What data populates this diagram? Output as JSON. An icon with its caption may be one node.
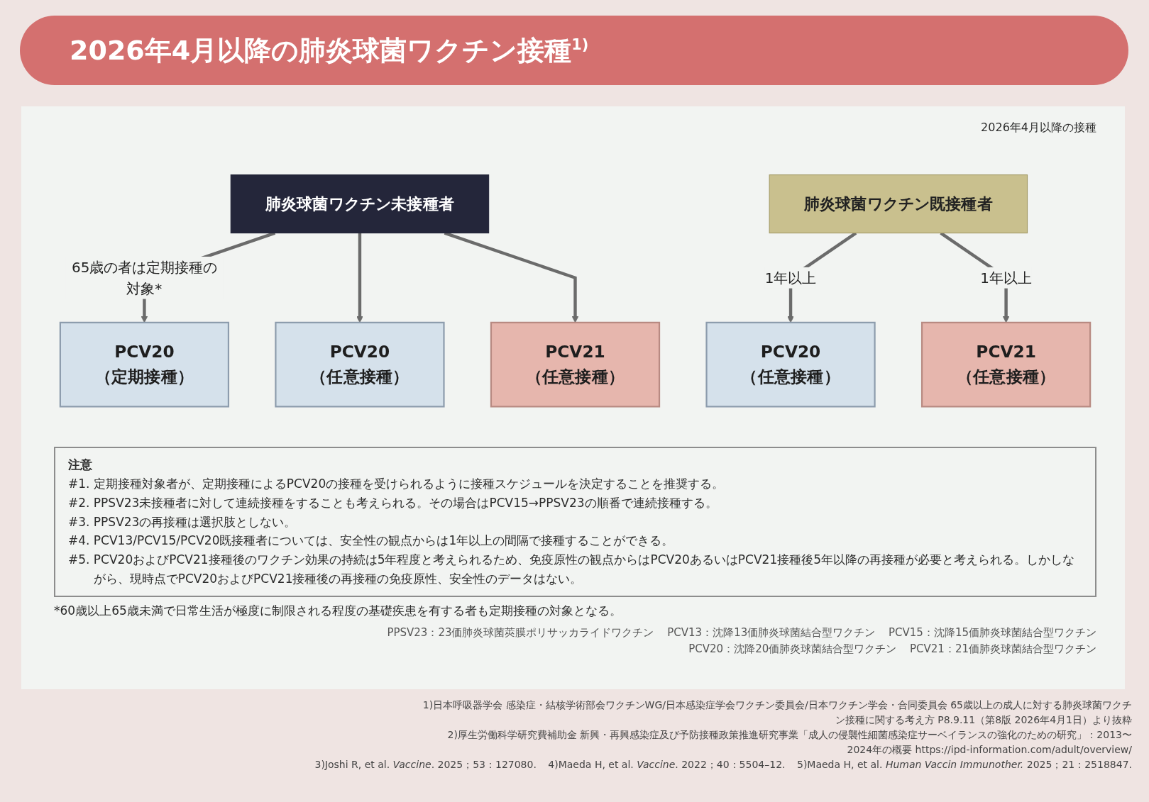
{
  "diagram": {
    "title": "2026年4月以降の肺炎球菌ワクチン接種$^{1)}$",
    "nodes": [
      {
        "text": [
          "肺炎球菌ワクチン未接種者"
        ]
      },
      {
        "text": [
          "肺炎球菌ワクチン既接種者"
        ]
      },
      {
        "text": [
          "PCV20",
          "（定期接種）"
        ]
      },
      {
        "text": [
          "PCV20",
          "（任意接種）"
        ]
      },
      {
        "text": [
          "PCV21",
          "（任意接種）"
        ]
      },
      {
        "text": [
          "PCV20",
          "（任意接種）"
        ]
      },
      {
        "text": [
          "PCV21",
          "（任意接種）"
        ]
      }
    ],
    "edges": [
      {
        "from": 0,
        "to": 2,
        "arrow": "to",
        "label": "65歳の者は定期接種の対象*"
      },
      {
        "from": 0,
        "to": 3,
        "arrow": "to"
      },
      {
        "from": 0,
        "to": 4,
        "arrow": "to"
      },
      {
        "from": 1,
        "to": 5,
        "arrow": "to",
        "label": "1年以上"
      },
      {
        "from": 1,
        "to": 6,
        "arrow": "to",
        "label": "1年以上"
      }
    ],
    "labels": [
      "2026年4月以降の接種",
      "注意",
      "#1. 定期接種対象者が、定期接種によるPCV20の接種を受けられるように接種スケジュールを決定することを推奨する。",
      "#2. PPSV23未接種者に対して連続接種をすることも考えられる。その場合はPCV15→PPSV23の順番で連続接種する。",
      "#3. PPSV23の再接種は選択肢としない。",
      "#4. PCV13/PCV15/PCV20既接種者については、安全性の観点からは1年以上の間隔で接種することができる。",
      "#5. PCV20およびPCV21接種後のワクチン効果の持続は5年程度と考えられるため、免疫原性の観点からはPCV20あるいはPCV21接種後5年以降の再接種が必要と考えられる。しかしながら、現時点でPCV20およびPCV21接種後の再接種の免疫原性、安全性のデータはない。",
      "*60歳以上65歳未満で日常生活が極度に制限される程度の基礎疾患を有する者も定期接種の対象となる。",
      "PPSV23：23価肺炎球菌莢膜ポリサッカライドワクチン",
      "PCV13：沈降13価肺炎球菌結合型ワクチン",
      "PCV15：沈降15価肺炎球菌結合型ワクチン",
      "PCV20：沈降20価肺炎球菌結合型ワクチン",
      "PCV21：21価肺炎球菌結合型ワクチン",
      "1)日本呼吸器学会 感染症・結核学術部会ワクチンWG/日本感染症学会ワクチン委員会/日本ワクチン学会・合同委員会 65歳以上の成人に対する肺炎球菌ワクチン接種に関する考え方 P8.9.11（第8版 2026年4月1日）より抜粋",
      "2)厚生労働科学研究費補助金 新興・再興感染症及び予防接種政策推進研究事業「成人の侵襲性細菌感染症サーベイランスの強化のための研究」：2013〜2024年の概要 https://ipd-information.com/adult/overview/",
      "3)Joshi R, et al. *Vaccine*. 2025；53：127080.",
      "4)Maeda H, et al. *Vaccine*. 2022；40：5504–12.",
      "5)Maeda H, et al. *Human Vaccin Immunother.* 2025；21：2518847."
    ]
  }
}
